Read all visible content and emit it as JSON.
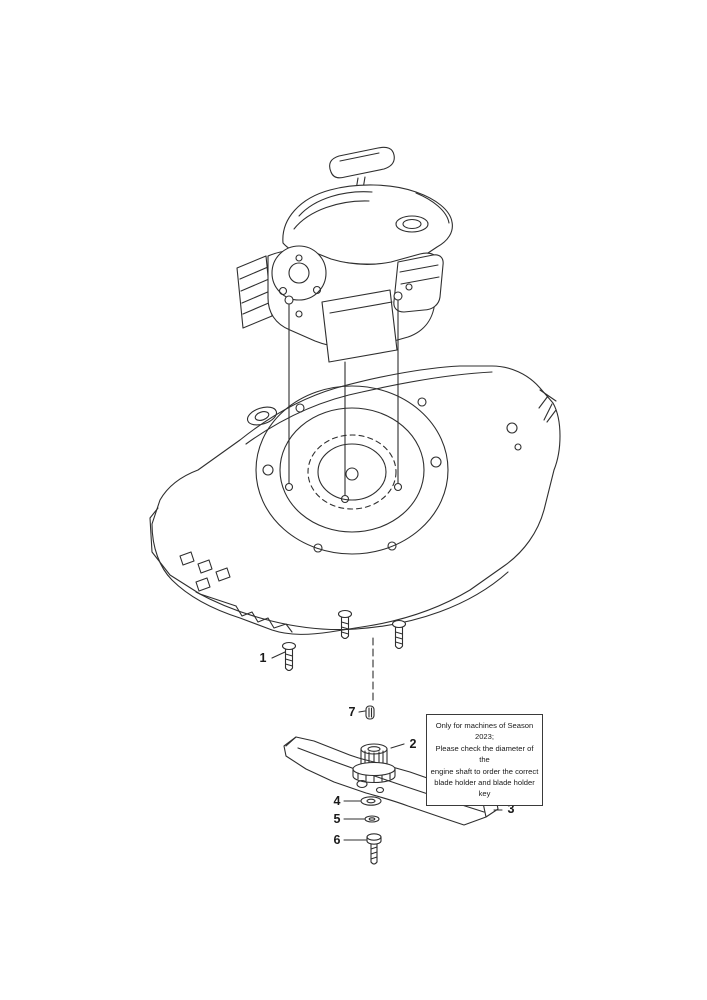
{
  "colors": {
    "line": "#2f2f2f",
    "background": "#ffffff"
  },
  "callouts": [
    {
      "id": "1",
      "label": "1"
    },
    {
      "id": "2",
      "label": "2"
    },
    {
      "id": "3",
      "label": "3"
    },
    {
      "id": "4",
      "label": "4"
    },
    {
      "id": "5",
      "label": "5"
    },
    {
      "id": "6",
      "label": "6"
    },
    {
      "id": "7",
      "label": "7"
    }
  ],
  "note": {
    "lines": [
      "Only for machines of Season 2023;",
      "Please check the diameter of the",
      "engine shaft to order the correct",
      "blade holder and blade holder key"
    ]
  }
}
